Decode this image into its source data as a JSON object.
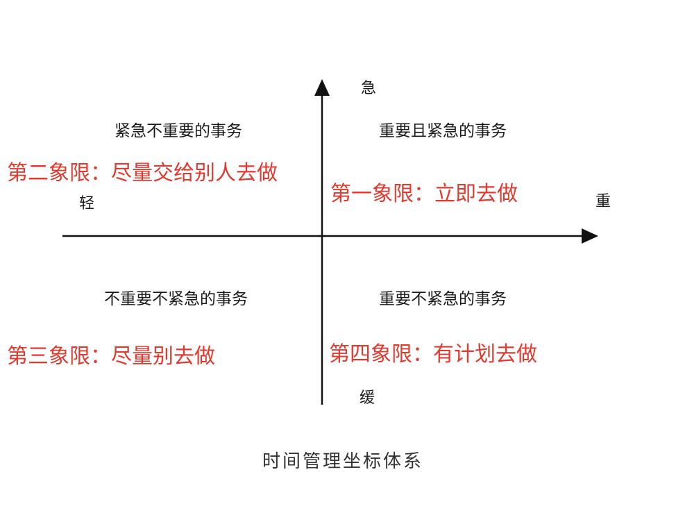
{
  "axes": {
    "top": "急",
    "bottom": "缓",
    "left": "轻",
    "right": "重"
  },
  "quadrants": {
    "q1": {
      "title": "重要且紧急的事务",
      "advice": "第一象限：立即去做"
    },
    "q2": {
      "title": "紧急不重要的事务",
      "advice": "第二象限：尽量交给别人去做"
    },
    "q3": {
      "title": "不重要不紧急的事务",
      "advice": "第三象限：尽量别去做"
    },
    "q4": {
      "title": "重要不紧急的事务",
      "advice": "第四象限：有计划去做"
    }
  },
  "caption": "时间管理坐标体系",
  "colors": {
    "axis": "#111111",
    "advice": "#e03a2e",
    "text": "#1a1a1a"
  }
}
